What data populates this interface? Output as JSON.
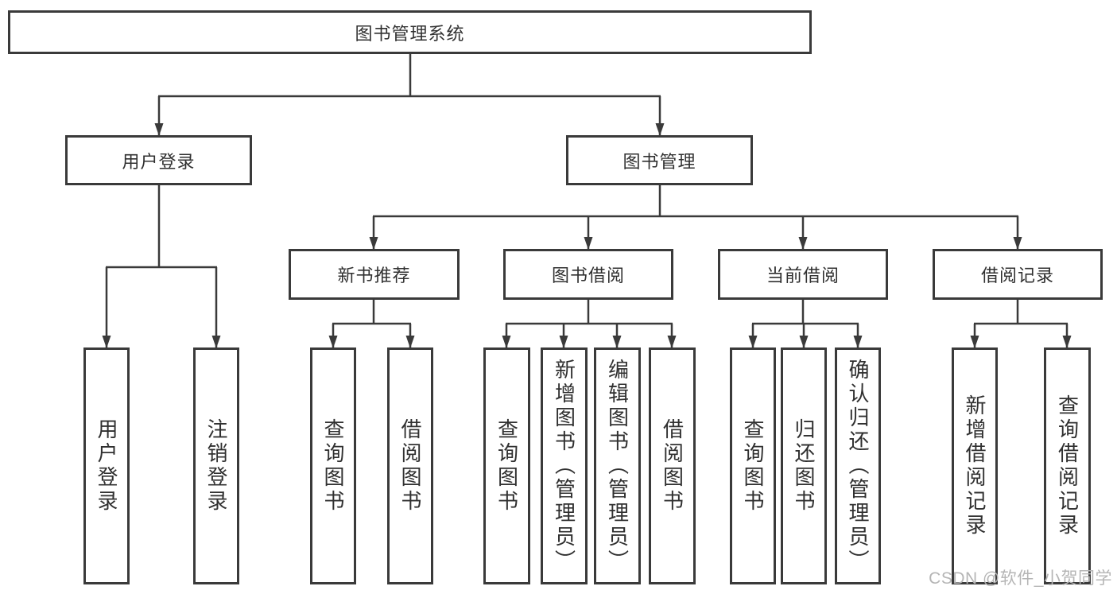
{
  "diagram": {
    "root": {
      "label": "图书管理系统"
    },
    "level2": [
      {
        "label": "用户登录"
      },
      {
        "label": "图书管理"
      }
    ],
    "level3": [
      {
        "label": "新书推荐"
      },
      {
        "label": "图书借阅"
      },
      {
        "label": "当前借阅"
      },
      {
        "label": "借阅记录"
      }
    ],
    "leaves": {
      "user_login": [
        {
          "label": "用户登录"
        },
        {
          "label": "注销登录"
        }
      ],
      "new_book_recommend": [
        {
          "label": "查询图书"
        },
        {
          "label": "借阅图书"
        }
      ],
      "book_borrow": [
        {
          "label": "查询图书"
        },
        {
          "label": "新增图书（管理员）"
        },
        {
          "label": "编辑图书（管理员）"
        },
        {
          "label": "借阅图书"
        }
      ],
      "current_borrow": [
        {
          "label": "查询图书"
        },
        {
          "label": "归还图书"
        },
        {
          "label": "确认归还（管理员）"
        }
      ],
      "borrow_records": [
        {
          "label": "新增借阅记录"
        },
        {
          "label": "查询借阅记录"
        }
      ]
    },
    "line_color": "#3a3a3a"
  },
  "watermark": {
    "text": "CSDN @软件_小贺同学",
    "color": "#b5b5b5"
  }
}
